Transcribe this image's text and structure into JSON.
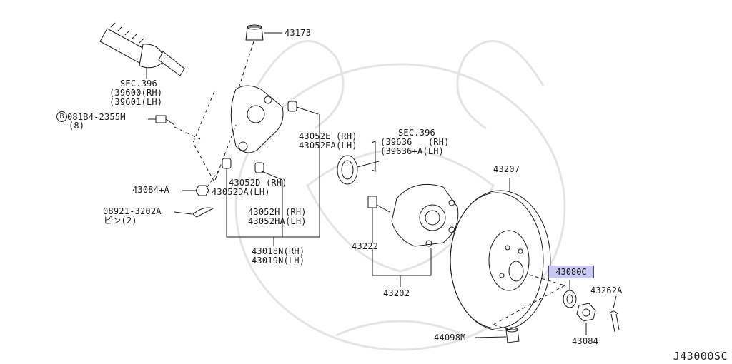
{
  "diagram": {
    "reference_code": "J43000SC",
    "highlighted_part": "43080C",
    "colors": {
      "highlight": "#c7c9f3",
      "line": "#1a1a1a",
      "watermark": "#e6e6e6"
    },
    "labels": {
      "p43173": "43173",
      "sec396_a": "SEC.396",
      "sec396_a_rh": "(39600(RH)",
      "sec396_a_lh": "(39601(LH)",
      "bolt_circle": "B",
      "bolt_code": "081B4-2355M",
      "bolt_qty": "(8)",
      "p43052e": "43052E (RH)",
      "p43052ea": "43052EA(LH)",
      "sec396_b": "SEC.396",
      "sec396_b_rh": "(39636   (RH)",
      "sec396_b_lh": "(39636+A(LH)",
      "p43052d": "43052D (RH)",
      "p43052da": "43052DA(LH)",
      "p43084a": "43084+A",
      "pin_code": "08921-3202A",
      "pin_qty": "ピン(2)",
      "p43052h": "43052H (RH)",
      "p43052ha": "43052HA(LH)",
      "p43207": "43207",
      "p43222": "43222",
      "p43018n": "43018N(RH)",
      "p43019n": "43019N(LH)",
      "p43202": "43202",
      "p43262a": "43262A",
      "p44098m": "44098M",
      "p43084": "43084"
    }
  }
}
